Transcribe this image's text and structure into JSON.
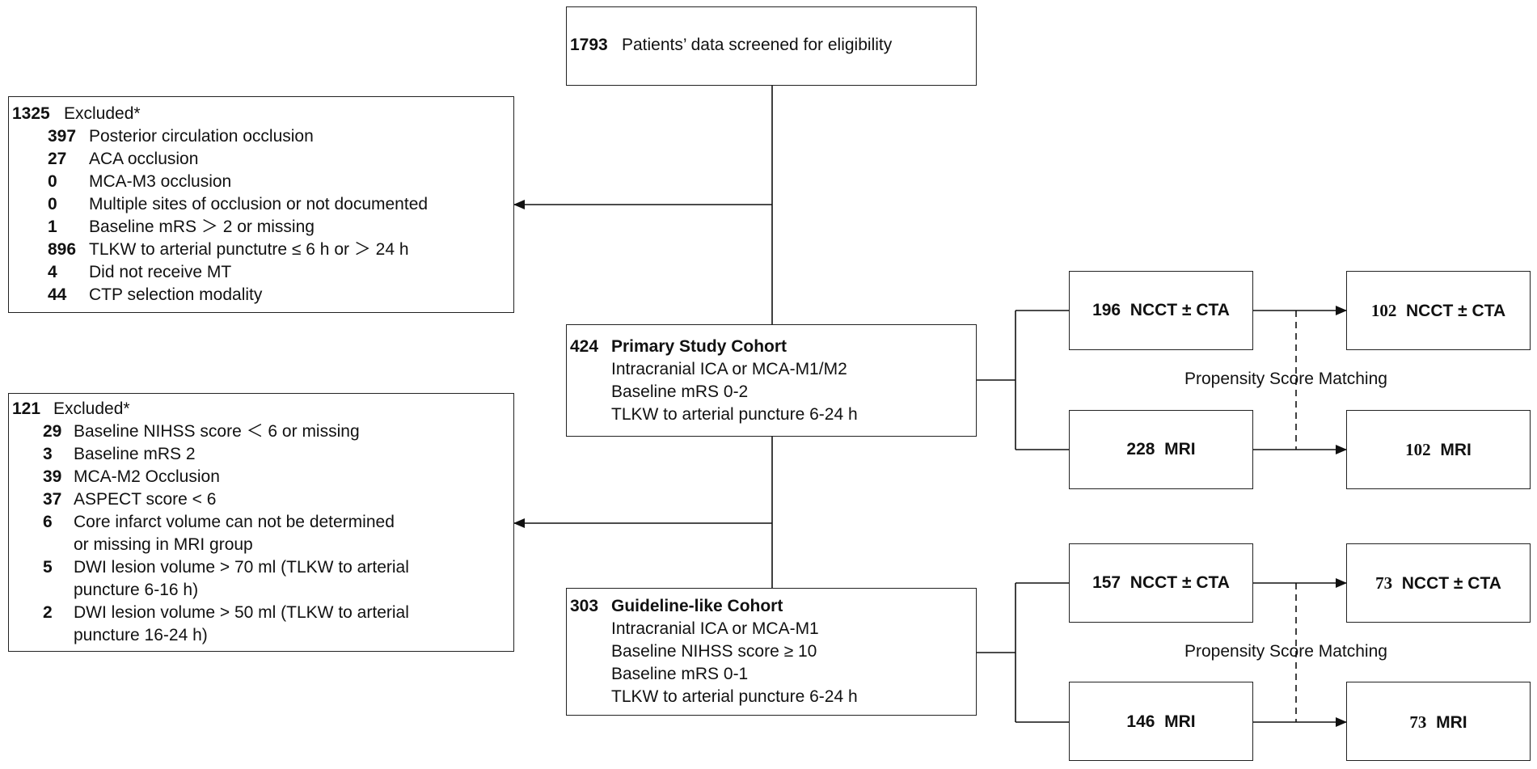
{
  "screened": {
    "count": "1793",
    "label": "Patients’ data screened for eligibility"
  },
  "excluded1": {
    "count": "1325",
    "label": "Excluded*",
    "items": [
      {
        "n": "397",
        "text": "Posterior circulation occlusion"
      },
      {
        "n": "27",
        "text": "ACA occlusion"
      },
      {
        "n": "0",
        "text": "MCA-M3 occlusion"
      },
      {
        "n": "0",
        "text": "Multiple sites of occlusion or not documented"
      },
      {
        "n": "1",
        "text": "Baseline mRS ＞ 2 or missing"
      },
      {
        "n": "896",
        "text": "TLKW to arterial punctutre ≤ 6 h or ＞ 24 h"
      },
      {
        "n": "4",
        "text": "Did not receive MT"
      },
      {
        "n": "44",
        "text": "CTP selection modality"
      }
    ]
  },
  "primary": {
    "count": "424",
    "title": "Primary Study Cohort",
    "lines": [
      "Intracranial ICA or MCA-M1/M2",
      "Baseline mRS 0-2",
      "TLKW to arterial puncture 6-24 h"
    ]
  },
  "excluded2": {
    "count": "121",
    "label": "Excluded*",
    "items": [
      {
        "n": "29",
        "text": "Baseline NIHSS score ＜ 6 or missing",
        "cont": ""
      },
      {
        "n": "3",
        "text": "Baseline mRS 2",
        "cont": ""
      },
      {
        "n": "39",
        "text": "MCA-M2 Occlusion",
        "cont": ""
      },
      {
        "n": "37",
        "text": "ASPECT score < 6",
        "cont": ""
      },
      {
        "n": "6",
        "text": "Core infarct volume can not be determined",
        "cont": "or missing in MRI group"
      },
      {
        "n": "5",
        "text": "DWI lesion volume > 70 ml (TLKW to arterial",
        "cont": "puncture 6-16 h)"
      },
      {
        "n": "2",
        "text": "DWI lesion volume > 50 ml (TLKW to arterial",
        "cont": "puncture 16-24 h)"
      }
    ]
  },
  "guideline": {
    "count": "303",
    "title": "Guideline-like Cohort",
    "lines": [
      "Intracranial ICA or MCA-M1",
      "Baseline NIHSS score ≥ 10",
      "Baseline mRS 0-1",
      "TLKW to arterial puncture 6-24 h"
    ]
  },
  "primary_groups": {
    "ncct": {
      "count": "196",
      "label": "NCCT ± CTA"
    },
    "mri": {
      "count": "228",
      "label": "MRI"
    },
    "ncct_matched": {
      "count": "102",
      "label": "NCCT ± CTA"
    },
    "mri_matched": {
      "count": "102",
      "label": "MRI"
    },
    "psm_label": "Propensity Score Matching"
  },
  "guideline_groups": {
    "ncct": {
      "count": "157",
      "label": "NCCT ± CTA"
    },
    "mri": {
      "count": "146",
      "label": "MRI"
    },
    "ncct_matched": {
      "count": "73",
      "label": "NCCT ± CTA"
    },
    "mri_matched": {
      "count": "73",
      "label": "MRI"
    },
    "psm_label": "Propensity Score Matching"
  }
}
